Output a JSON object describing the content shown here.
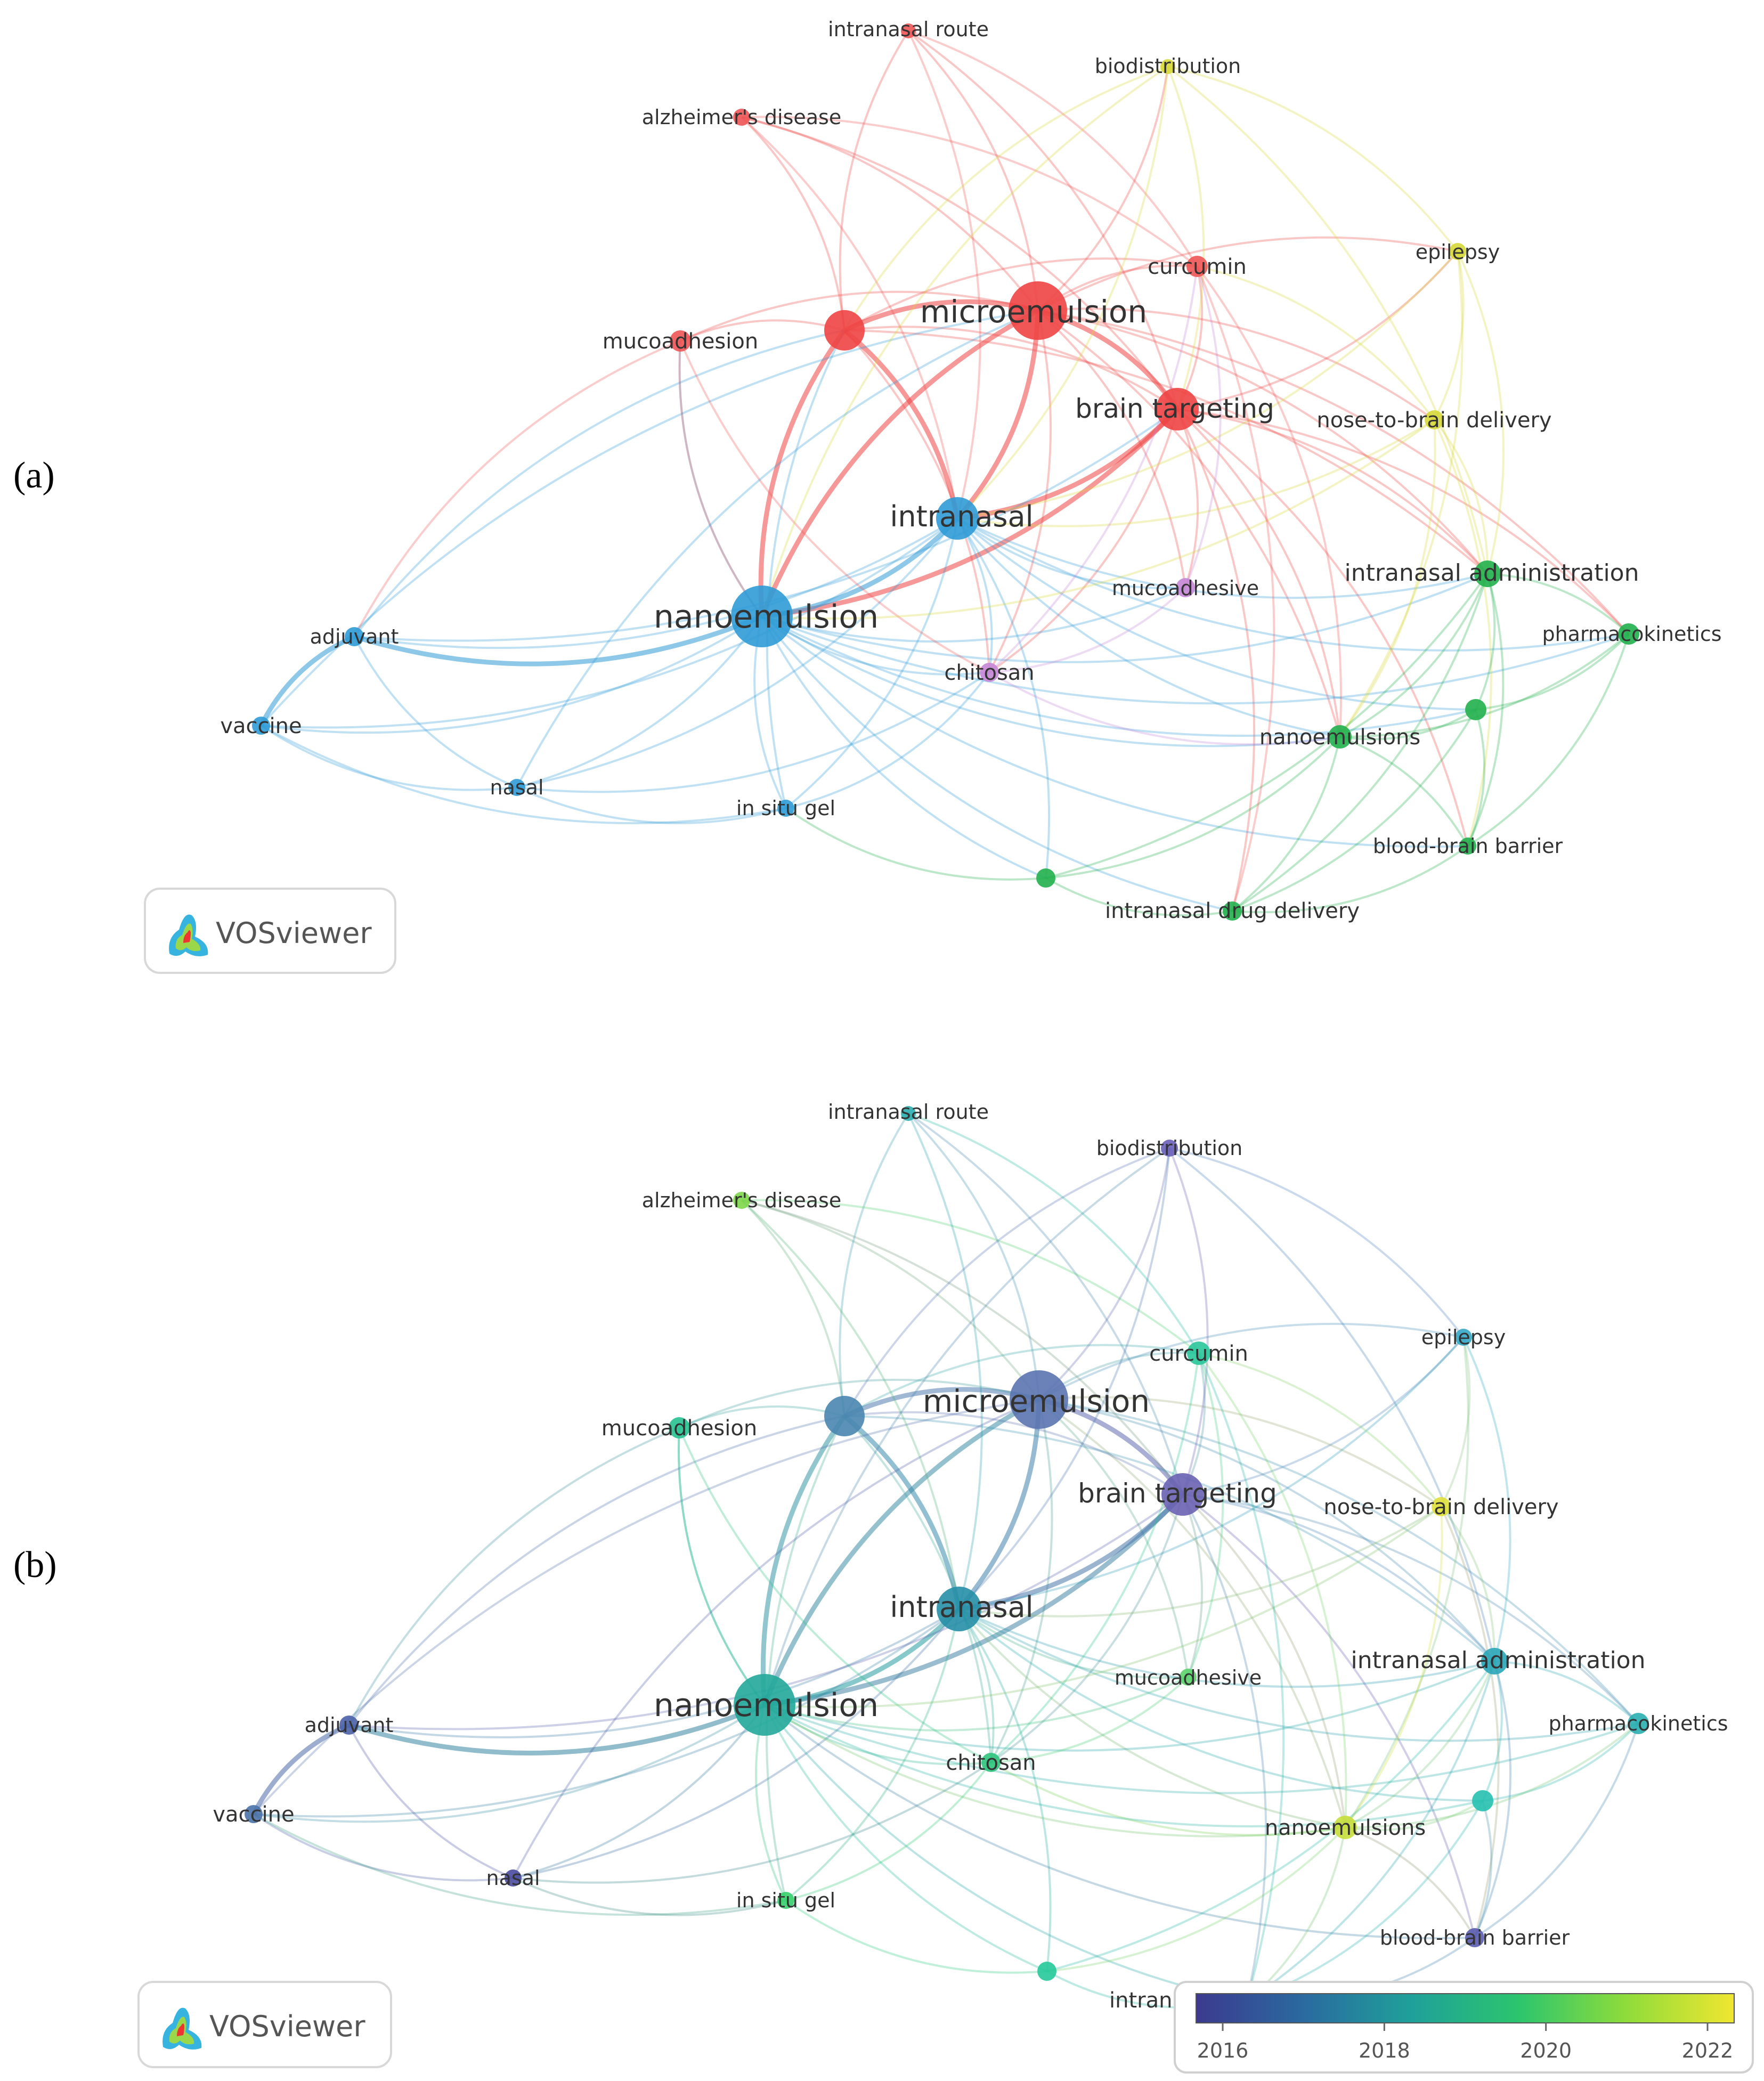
{
  "panels": [
    {
      "label": "(a)",
      "logo_text": "VOSviewer",
      "nodes": [
        {
          "id": "intranasal_route",
          "label": "intranasal route",
          "color": "#ee5555"
        },
        {
          "id": "biodistribution",
          "label": "biodistribution",
          "color": "#d6d83a"
        },
        {
          "id": "alzheimers",
          "label": "alzheimer's disease",
          "color": "#ee5555"
        },
        {
          "id": "epilepsy",
          "label": "epilepsy",
          "color": "#d6d83a"
        },
        {
          "id": "curcumin",
          "label": "curcumin",
          "color": "#ee5555"
        },
        {
          "id": "microemulsion",
          "label": "microemulsion",
          "color": "#ee4444"
        },
        {
          "id": "unlabeled_red",
          "label": "",
          "color": "#ee4444"
        },
        {
          "id": "mucoadhesion",
          "label": "mucoadhesion",
          "color": "#ee5555"
        },
        {
          "id": "brain_targeting",
          "label": "brain targeting",
          "color": "#ee4444"
        },
        {
          "id": "nose_to_brain",
          "label": "nose-to-brain delivery",
          "color": "#d6d83a"
        },
        {
          "id": "intranasal",
          "label": "intranasal",
          "color": "#2f9bd6"
        },
        {
          "id": "intranasal_admin",
          "label": "intranasal administration",
          "color": "#22b04c"
        },
        {
          "id": "mucoadhesive",
          "label": "mucoadhesive",
          "color": "#c586d6"
        },
        {
          "id": "pharmacokinetics",
          "label": "pharmacokinetics",
          "color": "#22b04c"
        },
        {
          "id": "nanoemulsion",
          "label": "nanoemulsion",
          "color": "#2f9bd6"
        },
        {
          "id": "adjuvant",
          "label": "adjuvant",
          "color": "#2f9bd6"
        },
        {
          "id": "chitosan",
          "label": "chitosan",
          "color": "#c586d6"
        },
        {
          "id": "unlabeled_green",
          "label": "",
          "color": "#22b04c"
        },
        {
          "id": "vaccine",
          "label": "vaccine",
          "color": "#2f9bd6"
        },
        {
          "id": "nanoemulsions",
          "label": "nanoemulsions",
          "color": "#22b04c"
        },
        {
          "id": "nasal",
          "label": "nasal",
          "color": "#2f9bd6"
        },
        {
          "id": "in_situ_gel",
          "label": "in situ gel",
          "color": "#2f9bd6"
        },
        {
          "id": "bbb",
          "label": "blood-brain barrier",
          "color": "#22b04c"
        },
        {
          "id": "unlabeled_green2",
          "label": "",
          "color": "#22b04c"
        },
        {
          "id": "intranasal_drug_delivery",
          "label": "intranasal drug delivery",
          "color": "#22b04c"
        }
      ]
    },
    {
      "label": "(b)",
      "logo_text": "VOSviewer",
      "nodes": [
        {
          "id": "intranasal_route",
          "label": "intranasal route",
          "color": "#2aaeb0"
        },
        {
          "id": "biodistribution",
          "label": "biodistribution",
          "color": "#6a5fb8"
        },
        {
          "id": "alzheimers",
          "label": "alzheimer's disease",
          "color": "#7dd64a"
        },
        {
          "id": "epilepsy",
          "label": "epilepsy",
          "color": "#36a9c6"
        },
        {
          "id": "curcumin",
          "label": "curcumin",
          "color": "#28c79a"
        },
        {
          "id": "microemulsion",
          "label": "microemulsion",
          "color": "#5a74b0"
        },
        {
          "id": "unlabeled_red",
          "label": "",
          "color": "#4a86b0"
        },
        {
          "id": "mucoadhesion",
          "label": "mucoadhesion",
          "color": "#28c290"
        },
        {
          "id": "brain_targeting",
          "label": "brain targeting",
          "color": "#6a62b2"
        },
        {
          "id": "nose_to_brain",
          "label": "nose-to-brain delivery",
          "color": "#e0e03a"
        },
        {
          "id": "intranasal",
          "label": "intranasal",
          "color": "#268fa6"
        },
        {
          "id": "intranasal_admin",
          "label": "intranasal administration",
          "color": "#2aa6b8"
        },
        {
          "id": "mucoadhesive",
          "label": "mucoadhesive",
          "color": "#5bd36a"
        },
        {
          "id": "pharmacokinetics",
          "label": "pharmacokinetics",
          "color": "#2aaeb0"
        },
        {
          "id": "nanoemulsion",
          "label": "nanoemulsion",
          "color": "#22a89a"
        },
        {
          "id": "adjuvant",
          "label": "adjuvant",
          "color": "#4b62a8"
        },
        {
          "id": "chitosan",
          "label": "chitosan",
          "color": "#2ec47c"
        },
        {
          "id": "unlabeled_green",
          "label": "",
          "color": "#26c0b0"
        },
        {
          "id": "vaccine",
          "label": "vaccine",
          "color": "#4a72a8"
        },
        {
          "id": "nanoemulsions",
          "label": "nanoemulsions",
          "color": "#c6de3a"
        },
        {
          "id": "nasal",
          "label": "nasal",
          "color": "#4a4aa0"
        },
        {
          "id": "in_situ_gel",
          "label": "in situ gel",
          "color": "#36cf6a"
        },
        {
          "id": "bbb",
          "label": "blood-brain barrier",
          "color": "#5a5cb0"
        },
        {
          "id": "unlabeled_green2",
          "label": "",
          "color": "#26c99a"
        },
        {
          "id": "intranasal_drug_delivery",
          "label": "intrana",
          "color": "#2aa6b0"
        }
      ],
      "colorbar": {
        "ticks": [
          "2016",
          "2018",
          "2020",
          "2022"
        ],
        "gradient": [
          "#3c3a8e",
          "#2a6aa0",
          "#1fa09a",
          "#2cc56e",
          "#8fdc3a",
          "#f0e630"
        ]
      }
    }
  ]
}
